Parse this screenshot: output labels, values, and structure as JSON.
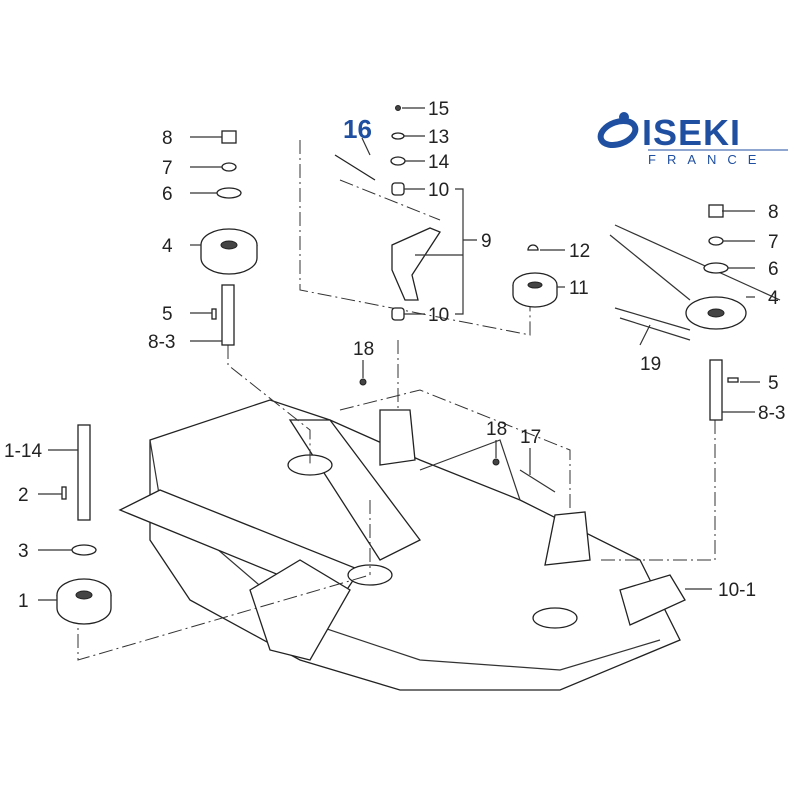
{
  "logo": {
    "brand": "ISEKI",
    "subtitle": "FRANCE",
    "color": "#1f4fa0"
  },
  "highlight_label": "16",
  "labels": {
    "left_8": "8",
    "left_7": "7",
    "left_6": "6",
    "left_4": "4",
    "left_5": "5",
    "left_8_3": "8-3",
    "mid_15": "15",
    "mid_13": "13",
    "mid_14": "14",
    "mid_10a": "10",
    "mid_9": "9",
    "mid_10b": "10",
    "mid_12": "12",
    "mid_11": "11",
    "mid_18a": "18",
    "mid_18b": "18",
    "mid_17": "17",
    "right_8": "8",
    "right_7": "7",
    "right_6": "6",
    "right_4": "4",
    "right_19": "19",
    "right_5": "5",
    "right_8_3": "8-3",
    "right_10_1": "10-1",
    "far_1_14": "1-14",
    "far_2": "2",
    "far_3": "3",
    "far_1": "1"
  }
}
